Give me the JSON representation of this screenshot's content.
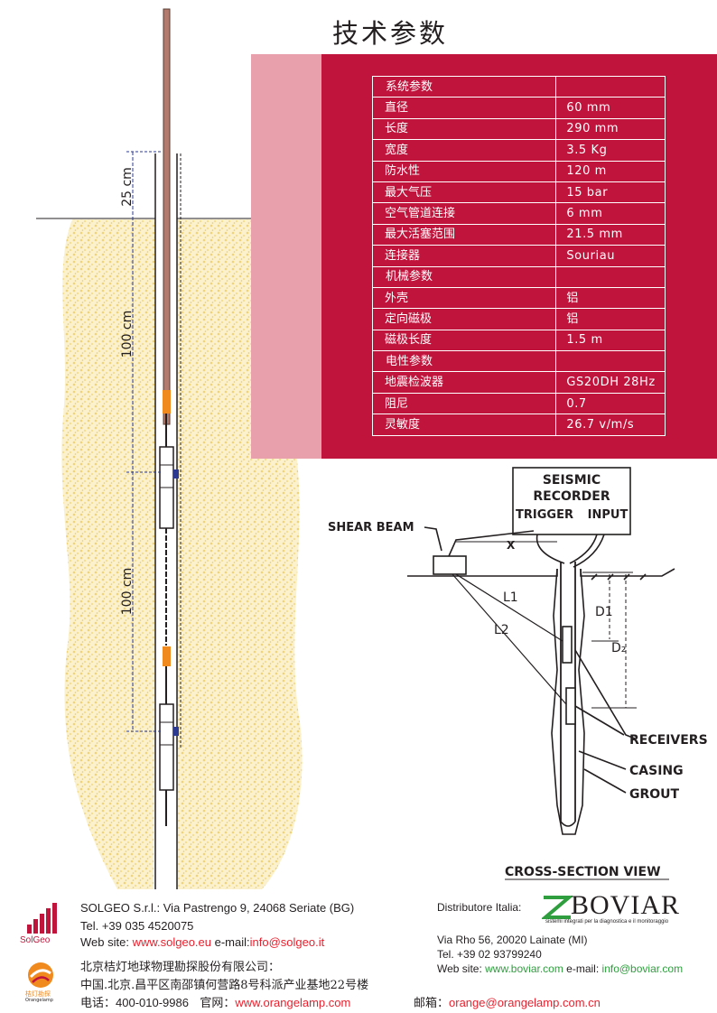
{
  "title": "技术参数",
  "specs": [
    {
      "section": "系统参数"
    },
    {
      "label": "直径",
      "value": "60 mm"
    },
    {
      "label": "长度",
      "value": "290 mm"
    },
    {
      "label": "宽度",
      "value": "3.5 Kg"
    },
    {
      "label": "防水性",
      "value": "120 m"
    },
    {
      "label": "最大气压",
      "value": "15 bar"
    },
    {
      "label": "空气管道连接",
      "value": "6 mm"
    },
    {
      "label": "最大活塞范围",
      "value": "21.5 mm"
    },
    {
      "label": "连接器",
      "value": "Souriau"
    },
    {
      "section": "机械参数"
    },
    {
      "label": "外壳",
      "value": "铝"
    },
    {
      "label": "定向磁极",
      "value": "铝"
    },
    {
      "label": "磁极长度",
      "value": "1.5 m"
    },
    {
      "section": "电性参数"
    },
    {
      "label": "地震检波器",
      "value": "GS20DH 28Hz"
    },
    {
      "label": "阻尼",
      "value": "0.7"
    },
    {
      "label": "灵敏度",
      "value": "26.7 v/m/s"
    }
  ],
  "probe_drawing": {
    "dim_top": "25 cm",
    "dim_mid": "100 cm",
    "dim_bottom": "100 cm"
  },
  "cross_section": {
    "recorder_lines": [
      "SEISMIC",
      "RECORDER"
    ],
    "trigger": "TRIGGER",
    "input": "INPUT",
    "shear_beam": "SHEAR BEAM",
    "x": "X",
    "l1": "L1",
    "l2": "L2",
    "d1": "D1",
    "d2": "D₂",
    "receivers": "RECEIVERS",
    "casing": "CASING",
    "grout": "GROUT",
    "caption": "CROSS-SECTION VIEW"
  },
  "footer": {
    "solgeo_logo": "SolGeo",
    "solgeo_company": "SOLGEO S.r.l.:  Via Pastrengo 9, 24068 Seriate (BG)",
    "solgeo_tel": "Tel. +39 035 4520075",
    "solgeo_web_label": "Web site: ",
    "solgeo_web": "www.solgeo.eu",
    "solgeo_email_label": "  e-mail:",
    "solgeo_email": "info@solgeo.it",
    "distributor_label": "Distributore Italia:",
    "boviar_logo": "BOVIAR",
    "boviar_tagline": "sistemi integrati per la diagnostica e il monitoraggio",
    "boviar_address": "Via Rho 56, 20020 Lainate (MI)",
    "boviar_tel": "Tel. +39 02 93799240",
    "boviar_web_label": "Web site: ",
    "boviar_web": "www.boviar.com",
    "boviar_email_label": " e-mail:  ",
    "boviar_email": "info@boviar.com",
    "orange_logo": "桔灯勘探",
    "orange_logo_sub": "Orangelamp",
    "orange_company": "北京桔灯地球物理勘探股份有限公司：",
    "orange_address": "中国.北京.昌平区南邵镇何营路8号科派产业基地22号楼",
    "orange_tel_label": "电话：",
    "orange_tel": "400-010-9986",
    "orange_web_label": "官网：",
    "orange_web": "www.orangelamp.com",
    "orange_email_label": "邮箱：",
    "orange_email": "orange@orangelamp.com.cn"
  },
  "colors": {
    "panel_red": "#c0143c",
    "panel_pink": "#e8a0ad",
    "link_red": "#e8212e",
    "link_green": "#2f9e3e",
    "soil": "#f3dc8e",
    "probe_orange": "#f08a1e",
    "dim_blue": "#2b3990"
  }
}
